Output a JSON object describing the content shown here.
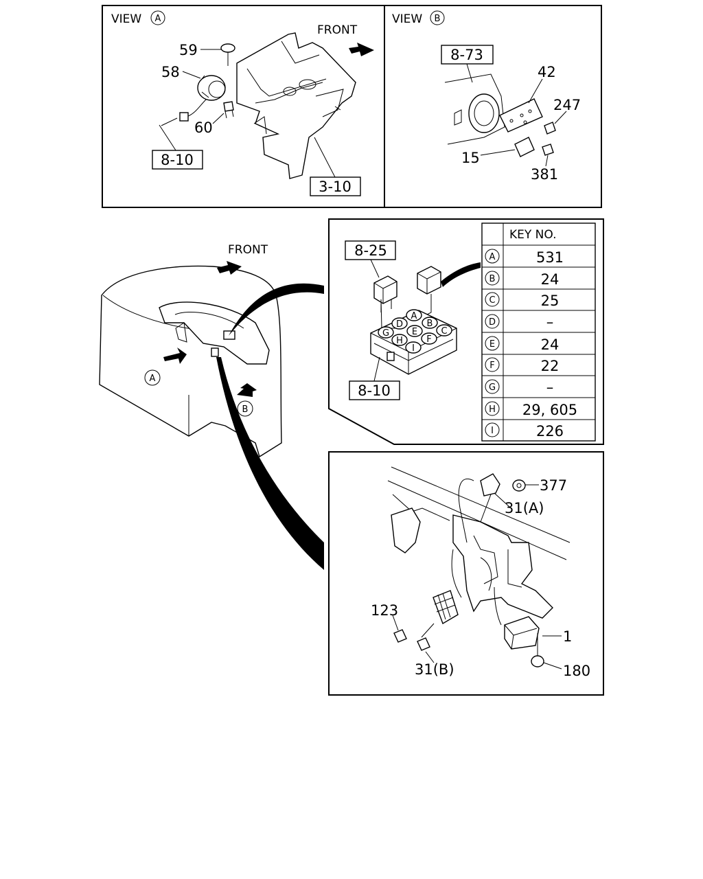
{
  "view_a": {
    "title": "VIEW",
    "title_letter": "A",
    "front_label": "FRONT",
    "callouts": [
      "59",
      "58",
      "60"
    ],
    "refs": [
      "8-10",
      "3-10"
    ]
  },
  "view_b": {
    "title": "VIEW",
    "title_letter": "B",
    "refs": [
      "8-73"
    ],
    "callouts": [
      "42",
      "247",
      "15",
      "381"
    ]
  },
  "main_view": {
    "front_label": "FRONT",
    "arrow_labels": [
      "A",
      "B"
    ]
  },
  "relay_detail": {
    "refs": [
      "8-25",
      "8-10"
    ],
    "socket_labels": [
      "A",
      "B",
      "C",
      "D",
      "E",
      "F",
      "G",
      "H",
      "I"
    ]
  },
  "key_table": {
    "header": "KEY NO.",
    "rows": [
      {
        "key": "A",
        "value": "531"
      },
      {
        "key": "B",
        "value": "24"
      },
      {
        "key": "C",
        "value": "25"
      },
      {
        "key": "D",
        "value": "–"
      },
      {
        "key": "E",
        "value": "24"
      },
      {
        "key": "F",
        "value": "22"
      },
      {
        "key": "G",
        "value": "–"
      },
      {
        "key": "H",
        "value": "29, 605"
      },
      {
        "key": "I",
        "value": "226"
      }
    ]
  },
  "bracket_detail": {
    "callouts": [
      "377",
      "31(A)",
      "123",
      "1",
      "31(B)",
      "180"
    ]
  }
}
